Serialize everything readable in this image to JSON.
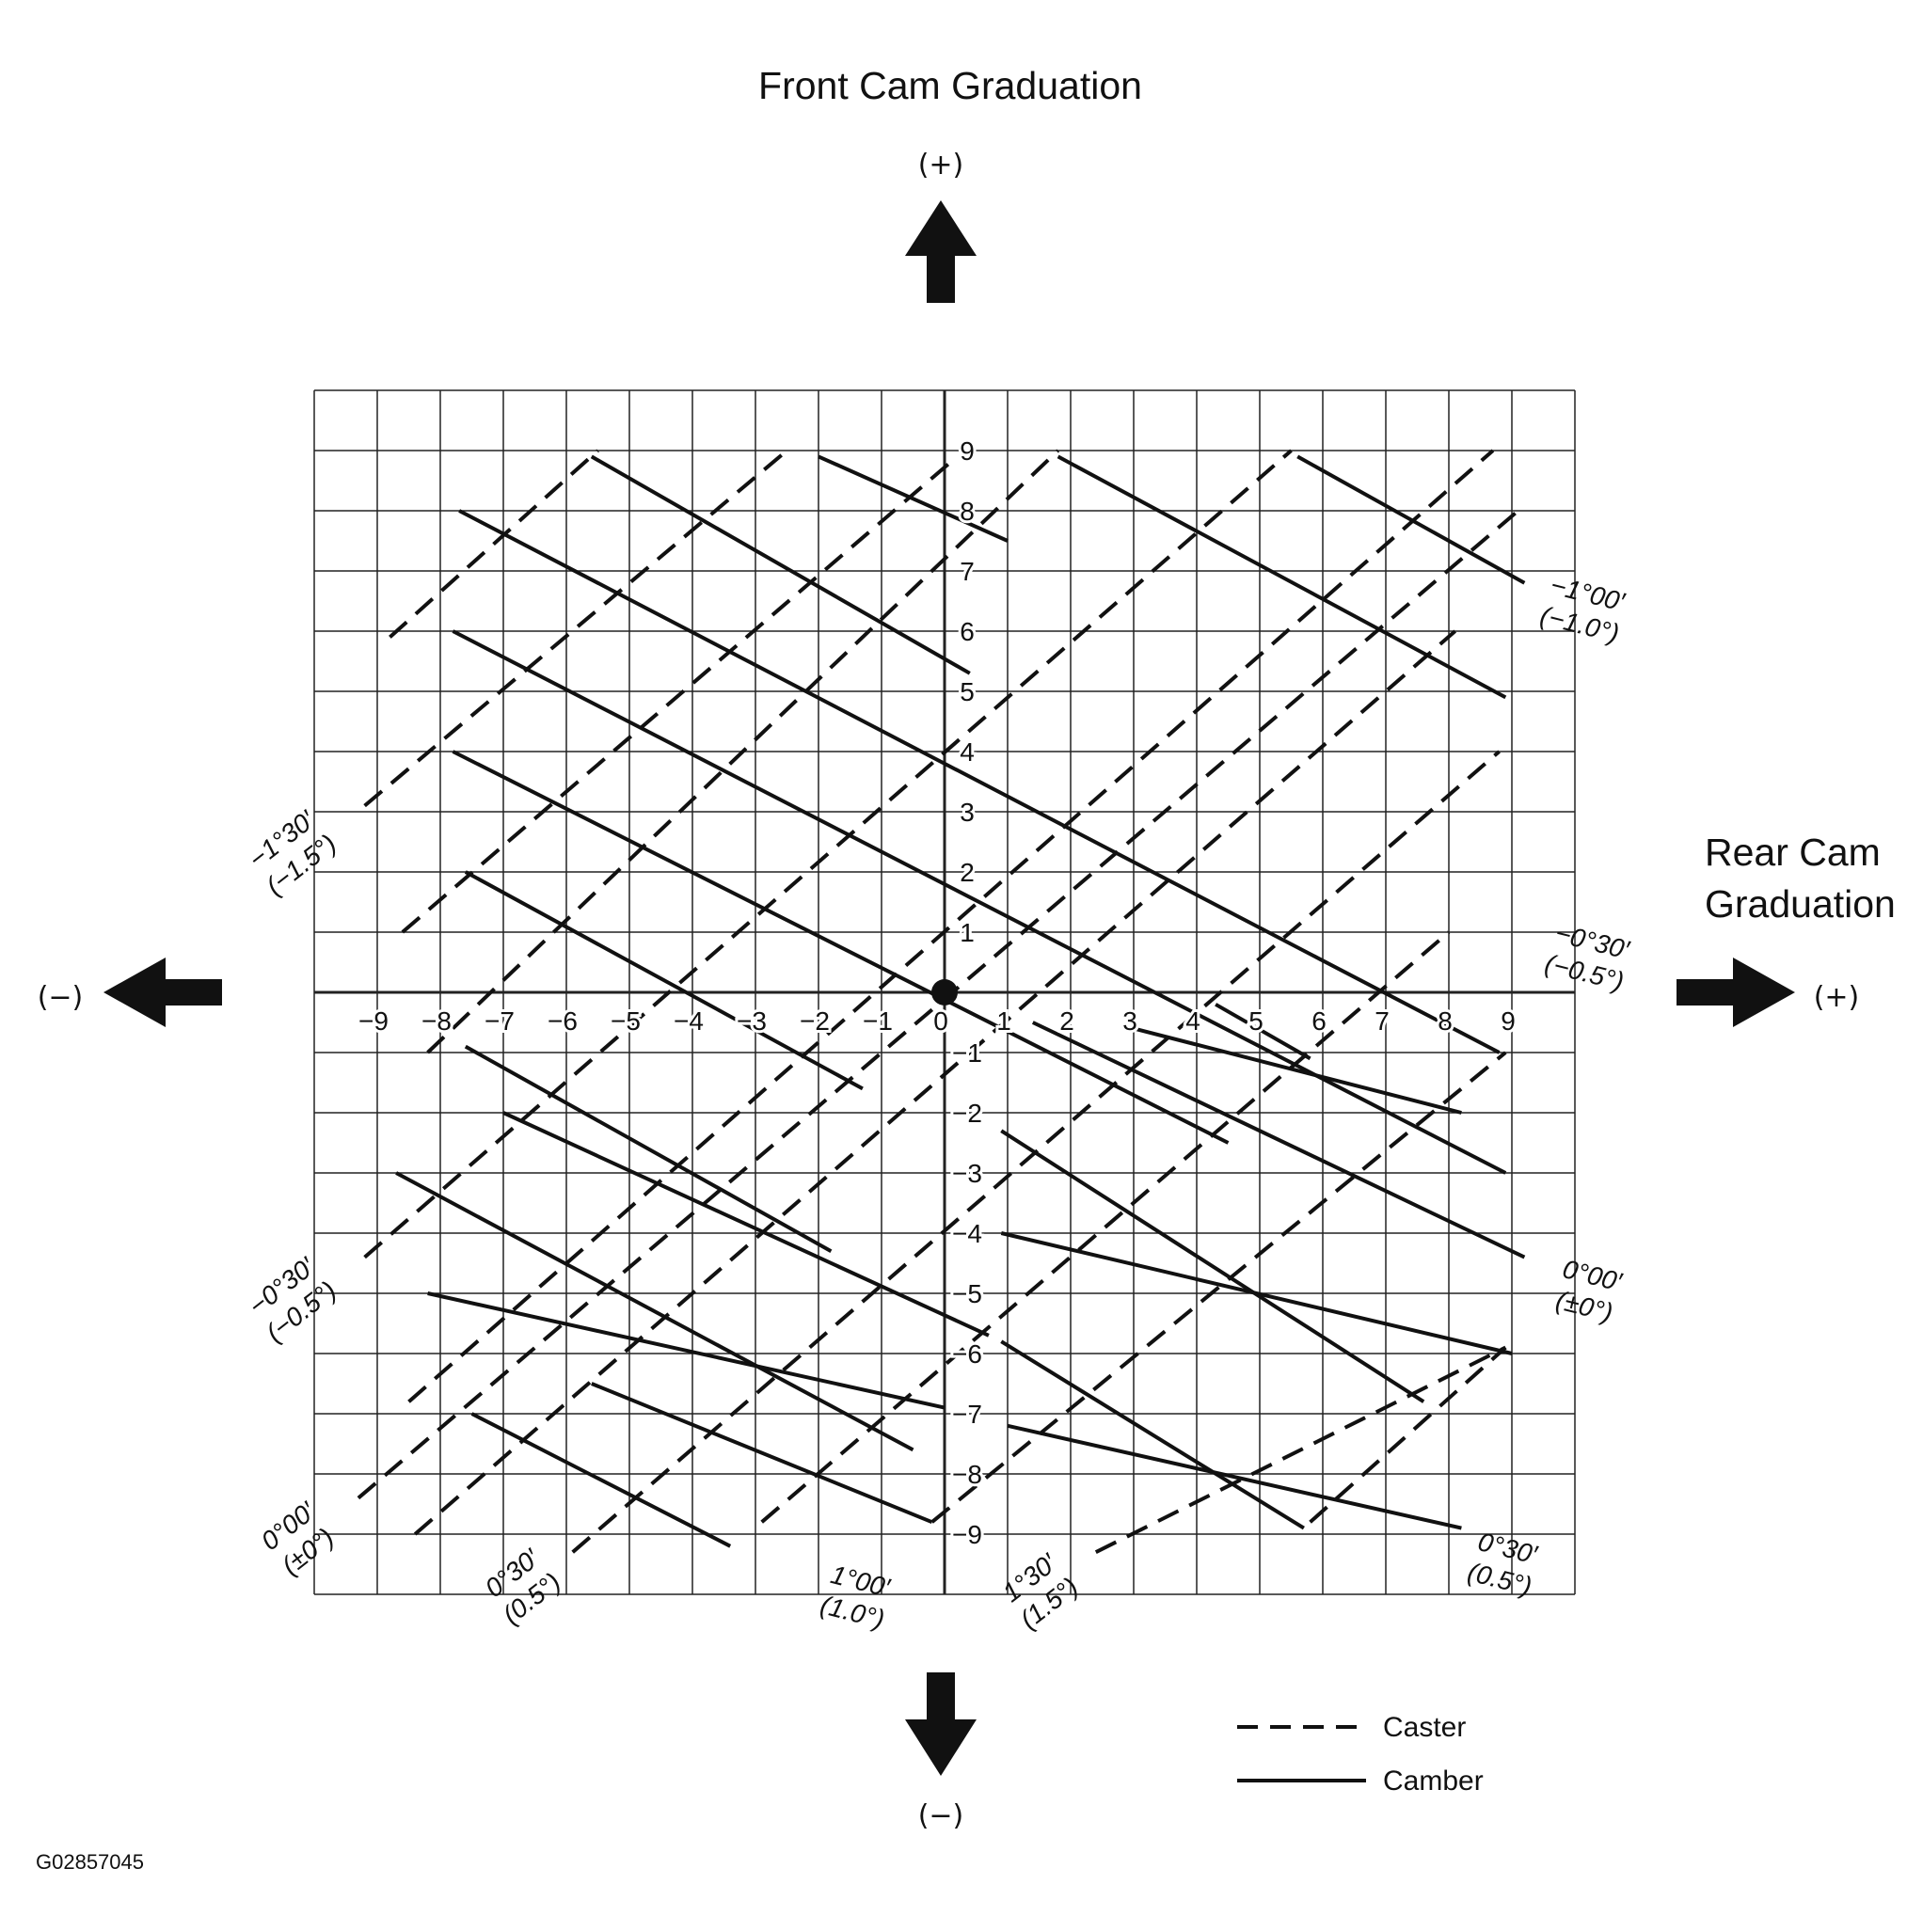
{
  "titles": {
    "front": "Front Cam Graduation",
    "rear_line1": "Rear Cam",
    "rear_line2": "Graduation"
  },
  "signs": {
    "plus": "(+)",
    "minus": "(−)"
  },
  "axis": {
    "x_ticks": [
      "−9",
      "−8",
      "−7",
      "−6",
      "−5",
      "−4",
      "−3",
      "−2",
      "−1",
      "0",
      "1",
      "2",
      "3",
      "4",
      "5",
      "6",
      "7",
      "8",
      "9"
    ],
    "y_ticks": [
      "9",
      "8",
      "7",
      "6",
      "5",
      "4",
      "3",
      "2",
      "1",
      "−1",
      "−2",
      "−3",
      "−4",
      "−5",
      "−6",
      "−7",
      "−8",
      "−9"
    ],
    "range": [
      -10,
      10
    ]
  },
  "annotations": {
    "caster_left_1": [
      "−1°30′",
      "(−1.5°)"
    ],
    "caster_left_2": [
      "−0°30′",
      "(−0.5°)"
    ],
    "caster_left_3": [
      "0°00′",
      "(±0°)"
    ],
    "caster_bottom_1": [
      "0°30′",
      "(0.5°)"
    ],
    "caster_bottom_2": [
      "1°00′",
      "(1.0°)"
    ],
    "caster_bottom_3": [
      "1°30′",
      "(1.5°)"
    ],
    "camber_right_1": [
      "−1°00′",
      "(−1.0°)"
    ],
    "camber_right_2": [
      "−0°30′",
      "(−0.5°)"
    ],
    "camber_right_3": [
      "0°00′",
      "(±0°)"
    ],
    "camber_right_4": [
      "0°30′",
      "(0.5°)"
    ]
  },
  "legend": {
    "caster": "Caster",
    "camber": "Camber"
  },
  "figure_code": "G02857045",
  "chart_data": {
    "type": "line",
    "x_label": "Rear Cam Graduation",
    "y_label": "Front Cam Graduation",
    "xlim": [
      -10,
      10
    ],
    "ylim": [
      -10,
      10
    ],
    "grid": true,
    "origin_marker": [
      0,
      0
    ],
    "series": [
      {
        "name": "Caster",
        "style": "dashed",
        "lines": [
          [
            [
              -8.8,
              5.9
            ],
            [
              -5.5,
              9
            ]
          ],
          [
            [
              -9.2,
              3.1
            ],
            [
              -2.5,
              9
            ]
          ],
          [
            [
              -8.6,
              1
            ],
            [
              0.2,
              8.9
            ]
          ],
          [
            [
              -8.2,
              -1
            ],
            [
              1.8,
              9
            ]
          ],
          [
            [
              -9.2,
              -4.4
            ],
            [
              5.5,
              9
            ]
          ],
          [
            [
              -8.5,
              -6.8
            ],
            [
              8.7,
              9
            ]
          ],
          [
            [
              -9.3,
              -8.4
            ],
            [
              9.1,
              8
            ]
          ],
          [
            [
              -8.4,
              -9
            ],
            [
              8.1,
              6
            ]
          ],
          [
            [
              -5.9,
              -9.3
            ],
            [
              8.8,
              4
            ]
          ],
          [
            [
              -2.9,
              -8.8
            ],
            [
              8,
              1
            ]
          ],
          [
            [
              -0.2,
              -8.8
            ],
            [
              8.9,
              -1
            ]
          ],
          [
            [
              2.4,
              -9.3
            ],
            [
              8.9,
              -5.9
            ]
          ],
          [
            [
              5.8,
              -8.8
            ],
            [
              8.9,
              -5.9
            ]
          ]
        ]
      },
      {
        "name": "Camber",
        "style": "solid",
        "lines": [
          [
            [
              -5.6,
              8.9
            ],
            [
              0.4,
              5.3
            ]
          ],
          [
            [
              -2,
              8.9
            ],
            [
              1,
              7.5
            ]
          ],
          [
            [
              1.8,
              8.9
            ],
            [
              8.9,
              4.9
            ]
          ],
          [
            [
              5.6,
              8.9
            ],
            [
              9.2,
              6.8
            ]
          ],
          [
            [
              -7.7,
              8
            ],
            [
              8.8,
              -1
            ]
          ],
          [
            [
              -7.8,
              6
            ],
            [
              8.9,
              -3
            ]
          ],
          [
            [
              -7.8,
              4
            ],
            [
              4.5,
              -2.5
            ]
          ],
          [
            [
              -7.6,
              2
            ],
            [
              -1.3,
              -1.6
            ]
          ],
          [
            [
              -7.6,
              -0.9
            ],
            [
              -1.8,
              -4.3
            ]
          ],
          [
            [
              -7,
              -2
            ],
            [
              0.7,
              -5.7
            ]
          ],
          [
            [
              -8.7,
              -3
            ],
            [
              -0.5,
              -7.6
            ]
          ],
          [
            [
              -8.2,
              -5
            ],
            [
              0,
              -6.9
            ]
          ],
          [
            [
              -7.5,
              -7
            ],
            [
              -3.4,
              -9.2
            ]
          ],
          [
            [
              -5.6,
              -6.5
            ],
            [
              -0.2,
              -8.8
            ]
          ],
          [
            [
              1.4,
              -0.5
            ],
            [
              9.2,
              -4.4
            ]
          ],
          [
            [
              0.9,
              -2.3
            ],
            [
              7.6,
              -6.8
            ]
          ],
          [
            [
              0.9,
              -4
            ],
            [
              9,
              -6
            ]
          ],
          [
            [
              0.9,
              -5.8
            ],
            [
              5.7,
              -8.9
            ]
          ],
          [
            [
              1,
              -7.2
            ],
            [
              8.2,
              -8.9
            ]
          ],
          [
            [
              3,
              -0.6
            ],
            [
              8.2,
              -2
            ]
          ],
          [
            [
              4.3,
              -0.2
            ],
            [
              5.8,
              -1.1
            ]
          ]
        ]
      }
    ]
  }
}
